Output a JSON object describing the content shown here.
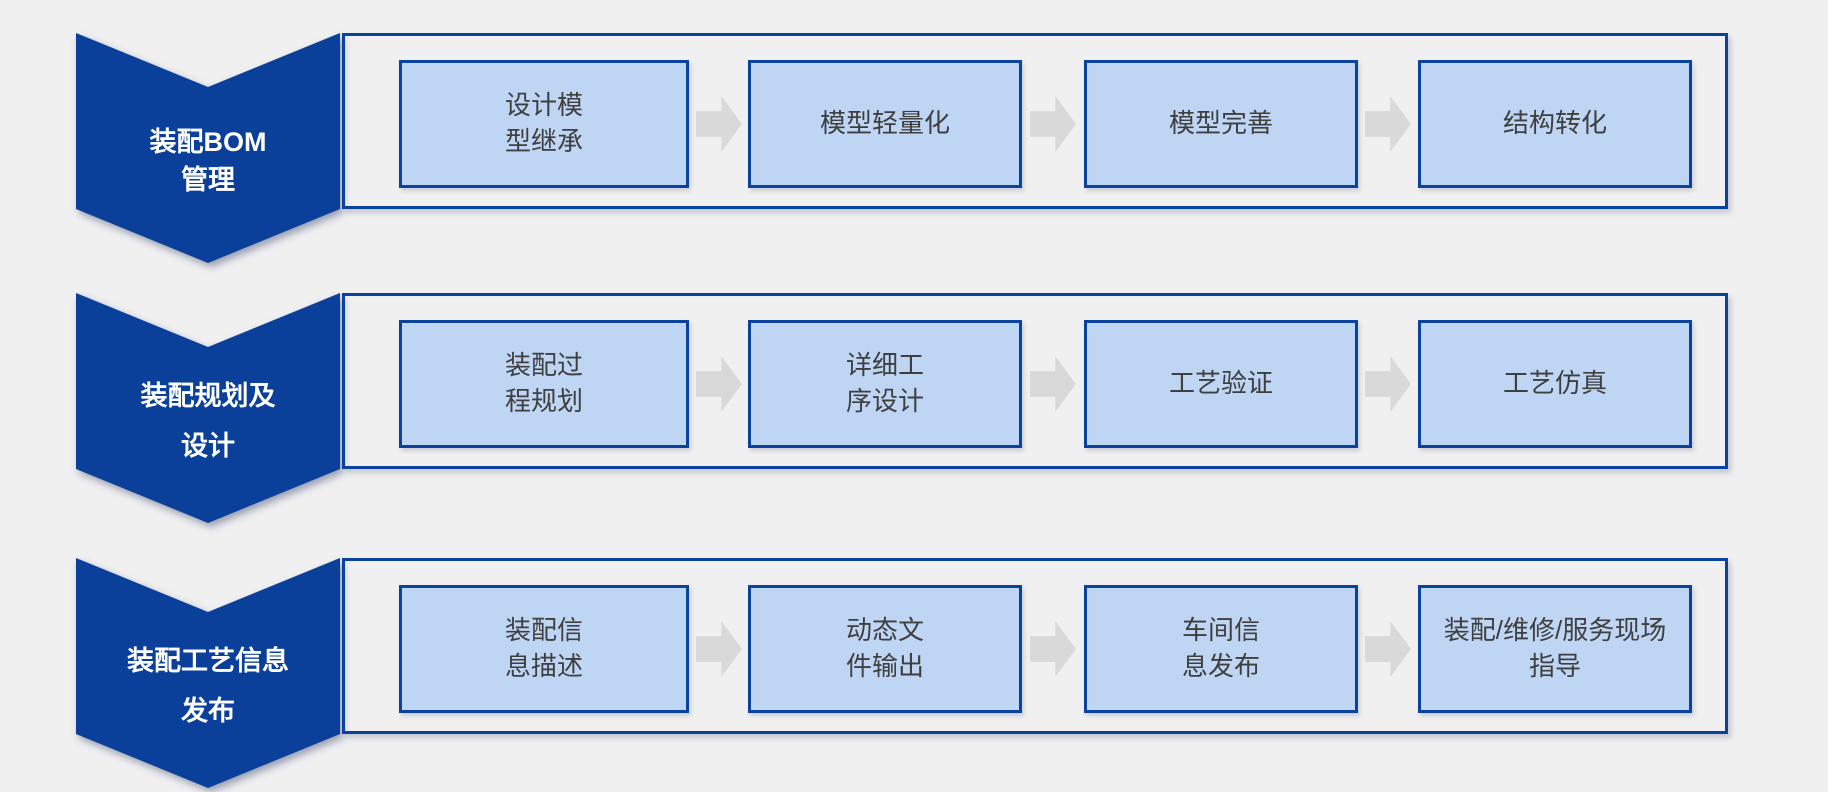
{
  "diagram": {
    "type": "process-flow",
    "colors": {
      "background": "#f0f0f1",
      "chevron_fill": "#0a409a",
      "chevron_text": "#ffffff",
      "container_border": "#0b429c",
      "box_fill": "#bed5f3",
      "box_border": "#0b429c",
      "box_text": "#3f3f3f",
      "arrow": "#d9d9d9"
    },
    "rows": [
      {
        "chevron_label": "装配BOM\n管理",
        "boxes": [
          "设计模\n型继承",
          "模型轻量化",
          "模型完善",
          "结构转化"
        ]
      },
      {
        "chevron_label": "装配规划及\n设计",
        "boxes": [
          "装配过\n程规划",
          "详细工\n序设计",
          "工艺验证",
          "工艺仿真"
        ]
      },
      {
        "chevron_label": "装配工艺信息\n发布",
        "boxes": [
          "装配信\n息描述",
          "动态文\n件输出",
          "车间信\n息发布",
          "装配/维修/服务现场\n指导"
        ]
      }
    ]
  }
}
